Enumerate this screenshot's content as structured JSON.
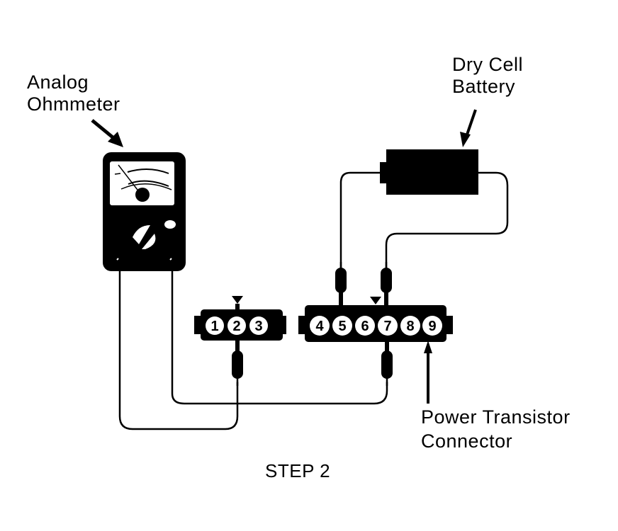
{
  "diagram": {
    "caption": "STEP 2",
    "labels": {
      "ohmmeter_line1": "Analog",
      "ohmmeter_line2": "Ohmmeter",
      "battery_line1": "Dry Cell",
      "battery_line2": "Battery",
      "connector_line1": "Power Transistor",
      "connector_line2": "Connector"
    },
    "connector_small": {
      "pins": [
        "1",
        "2",
        "3"
      ],
      "marked_pin": "2"
    },
    "connector_large": {
      "pins": [
        "4",
        "5",
        "6",
        "7",
        "8",
        "9"
      ],
      "marked_pin": "7"
    },
    "connections": [
      {
        "from": "ohmmeter-left-lead",
        "to": "pin-2"
      },
      {
        "from": "ohmmeter-right-lead",
        "to": "pin-7"
      },
      {
        "from": "battery-negative",
        "to": "pin-5"
      },
      {
        "from": "battery-positive",
        "to": "pin-7"
      }
    ],
    "colors": {
      "ink": "#000000",
      "paper": "#ffffff"
    }
  }
}
